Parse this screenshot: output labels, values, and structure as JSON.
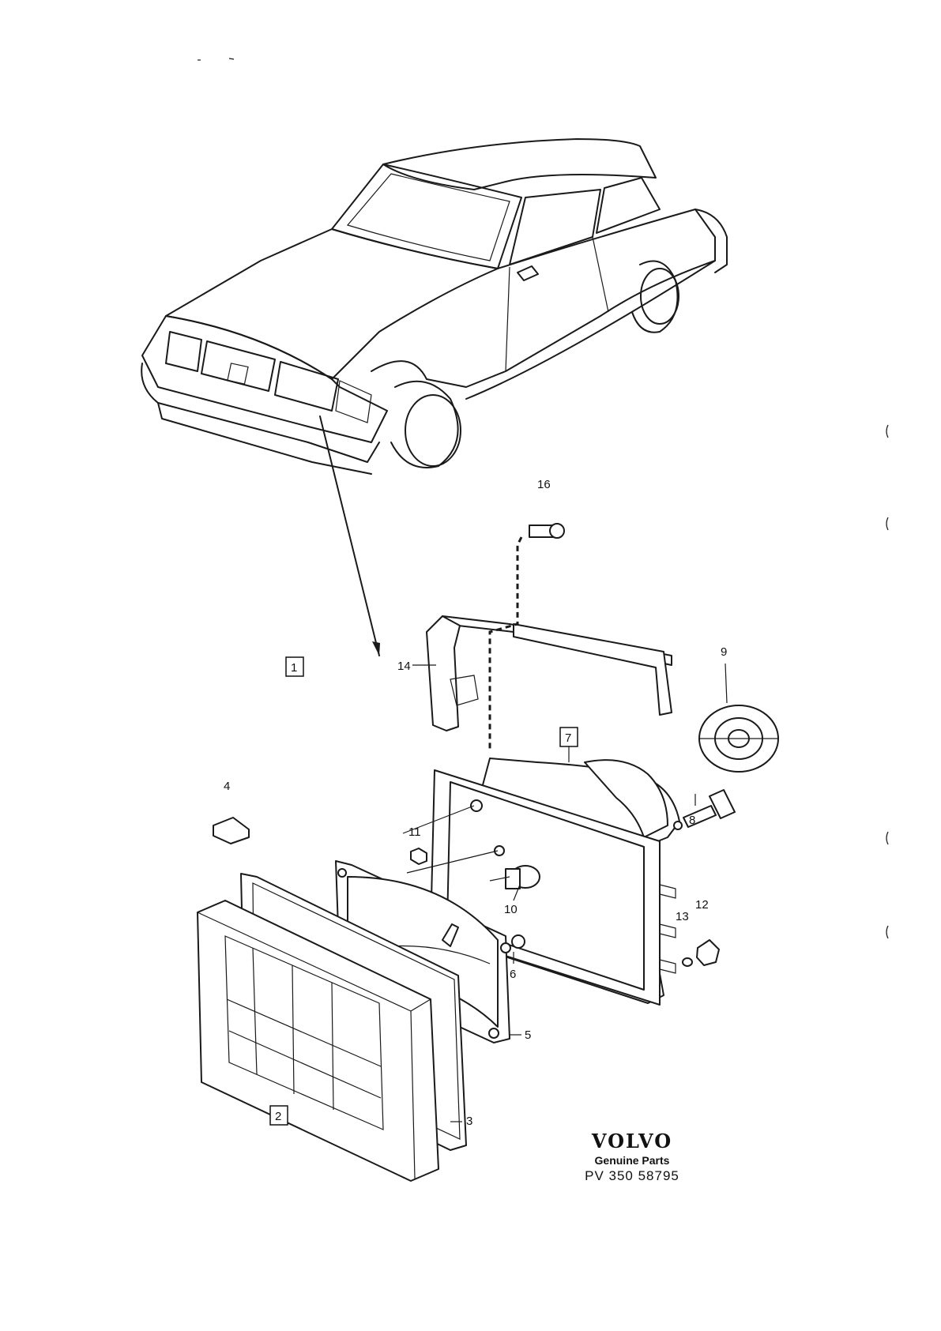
{
  "callouts": [
    {
      "id": "c1",
      "label": "1",
      "boxed": true
    },
    {
      "id": "c2",
      "label": "2",
      "boxed": true
    },
    {
      "id": "c3",
      "label": "3",
      "boxed": false
    },
    {
      "id": "c4",
      "label": "4",
      "boxed": false
    },
    {
      "id": "c5",
      "label": "5",
      "boxed": false
    },
    {
      "id": "c6",
      "label": "6",
      "boxed": false
    },
    {
      "id": "c7",
      "label": "7",
      "boxed": true
    },
    {
      "id": "c8",
      "label": "8",
      "boxed": false
    },
    {
      "id": "c9",
      "label": "9",
      "boxed": false
    },
    {
      "id": "c10",
      "label": "10",
      "boxed": false
    },
    {
      "id": "c11",
      "label": "11",
      "boxed": false
    },
    {
      "id": "c12",
      "label": "12",
      "boxed": false
    },
    {
      "id": "c13",
      "label": "13",
      "boxed": false
    },
    {
      "id": "c14",
      "label": "14",
      "boxed": false
    },
    {
      "id": "c16",
      "label": "16",
      "boxed": false
    }
  ],
  "footer": {
    "brand": "VOLVO",
    "subtitle": "Genuine Parts",
    "code": "PV 350 58795"
  }
}
